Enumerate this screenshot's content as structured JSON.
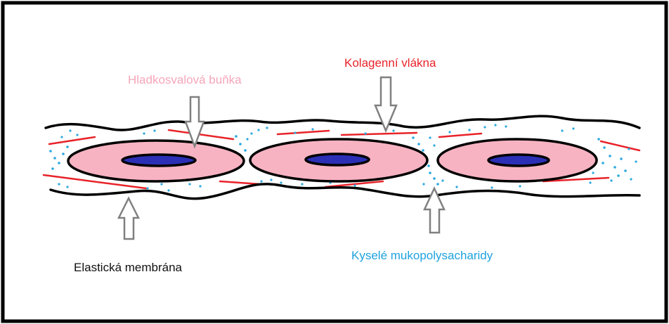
{
  "labels": {
    "smooth_muscle_cell": "Hladkosvalová buňka",
    "collagen_fibers": "Kolagenní vlákna",
    "elastic_membrane": "Elastická membrána",
    "acid_mucopolysaccharides": "Kyselé mukopolysacharidy"
  },
  "colors": {
    "smooth_muscle_cell_label": "#f4a6b8",
    "collagen_label": "#e8232a",
    "elastic_label": "#111111",
    "mucopolysaccharide_label": "#1fa2de",
    "cell_fill": "#f7b3c2",
    "nucleus_fill": "#2b2fb5",
    "collagen_fiber": "#e8232a",
    "mucopolysaccharide_dots": "#2aa8df",
    "arrow_outline": "#808080",
    "membrane": "#000000"
  }
}
